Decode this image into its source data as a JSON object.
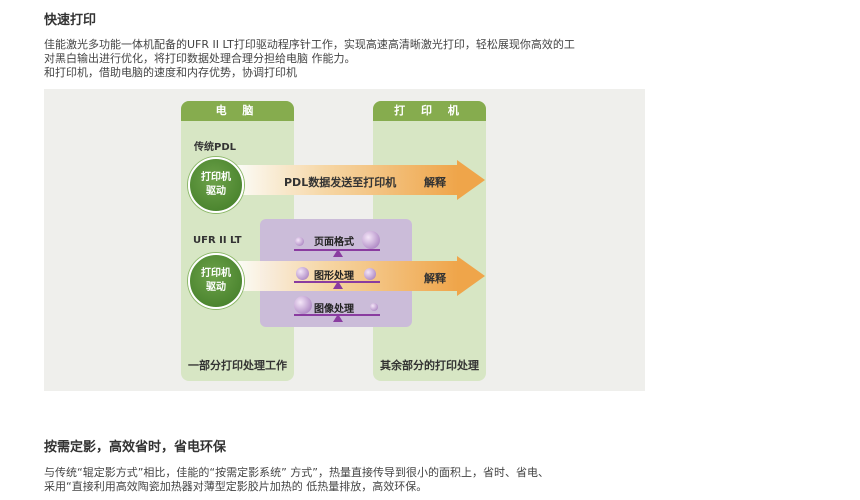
{
  "section1": {
    "title": "快速打印",
    "lines": [
      "佳能激光多功能一体机配备的UFR II LT打印驱动程序针工作，实现高速高清晰激光打印，轻松展现你高效的工",
      "对黑白输出进行优化，将打印数据处理合理分担给电脑  作能力。",
      "和打印机，借助电脑的速度和内存优势，协调打印机"
    ]
  },
  "diagram": {
    "computer_header": "电 脑",
    "printer_header": "打 印 机",
    "traditional_label": "传统PDL",
    "ufr_label": "UFR II LT",
    "driver_line1": "打印机",
    "driver_line2": "驱动",
    "pdl_arrow_text": "PDL数据发送至打印机",
    "interpret": "解释",
    "page_format": "页面格式",
    "graphics": "图形处理",
    "image": "图像处理",
    "computer_footer": "一部分打印处理工作",
    "printer_footer": "其余部分的打印处理"
  },
  "section2": {
    "title": "按需定影，高效省时，省电环保",
    "lines": [
      "与传统“辊定影方式”相比，佳能的“按需定影系统”  方式”，热量直接传导到很小的面积上，省时、省电、",
      "采用“直接利用高效陶瓷加热器对薄型定影胶片加热的  低热量排放，高效环保。"
    ]
  },
  "colors": {
    "green_header": "#86ac4e",
    "green_panel": "#d7e6c4",
    "orange_arrow": "#efa54a",
    "purple_box": "#cbbcd9"
  }
}
